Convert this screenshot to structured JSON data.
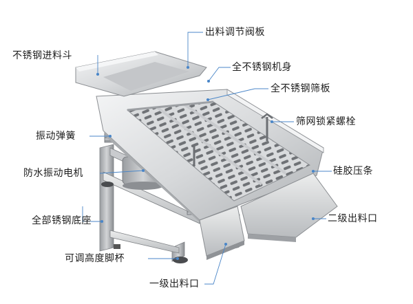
{
  "callouts": {
    "hopper": "不锈钢进料斗",
    "valve_plate": "出料调节阀板",
    "body": "全不锈钢机身",
    "screen_plate": "全不锈钢筛板",
    "lock_bolt": "筛网锁紧螺栓",
    "spring": "振动弹簧",
    "motor": "防水振动电机",
    "base": "全部锈钢底座",
    "seal_strip": "硅胶压条",
    "outlet_2": "二级出料口",
    "feet": "可调高度脚杯",
    "outlet_1": "一级出料口"
  },
  "colors": {
    "leader": "#4a86c8",
    "steel_light": "#e6e7e8",
    "steel_mid": "#c4c6c9",
    "steel_dark": "#8f9296",
    "text": "#1e1e1e"
  }
}
